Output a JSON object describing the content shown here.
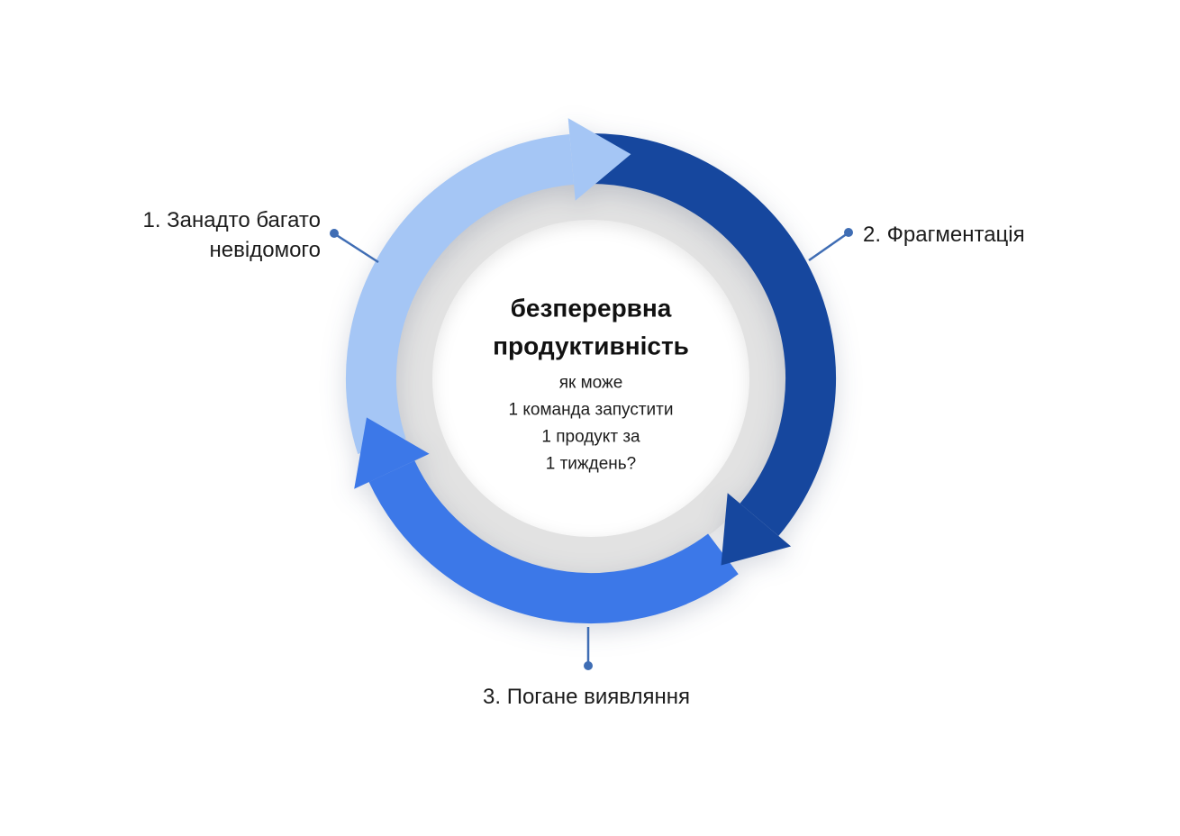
{
  "colors": {
    "background": "#ffffff",
    "step1_arc": "#a5c6f5",
    "step2_arc": "#16479e",
    "step3_arc": "#3c78e8",
    "track_ring": "#e2e2e2",
    "connector": "#3f6db4",
    "text": "#1c1c1c"
  },
  "center": {
    "title_lines": [
      "безперервна",
      "продуктивність"
    ],
    "subtitle_lines": [
      "як може",
      "1 команда запустити",
      "1 продукт за",
      "1 тиждень?"
    ]
  },
  "labels": {
    "step1": {
      "lines": [
        "1. Занадто багато",
        "невідомого"
      ]
    },
    "step2": {
      "lines": [
        "2. Фрагментація"
      ]
    },
    "step3": {
      "lines": [
        "3. Погане виявляння"
      ]
    }
  }
}
